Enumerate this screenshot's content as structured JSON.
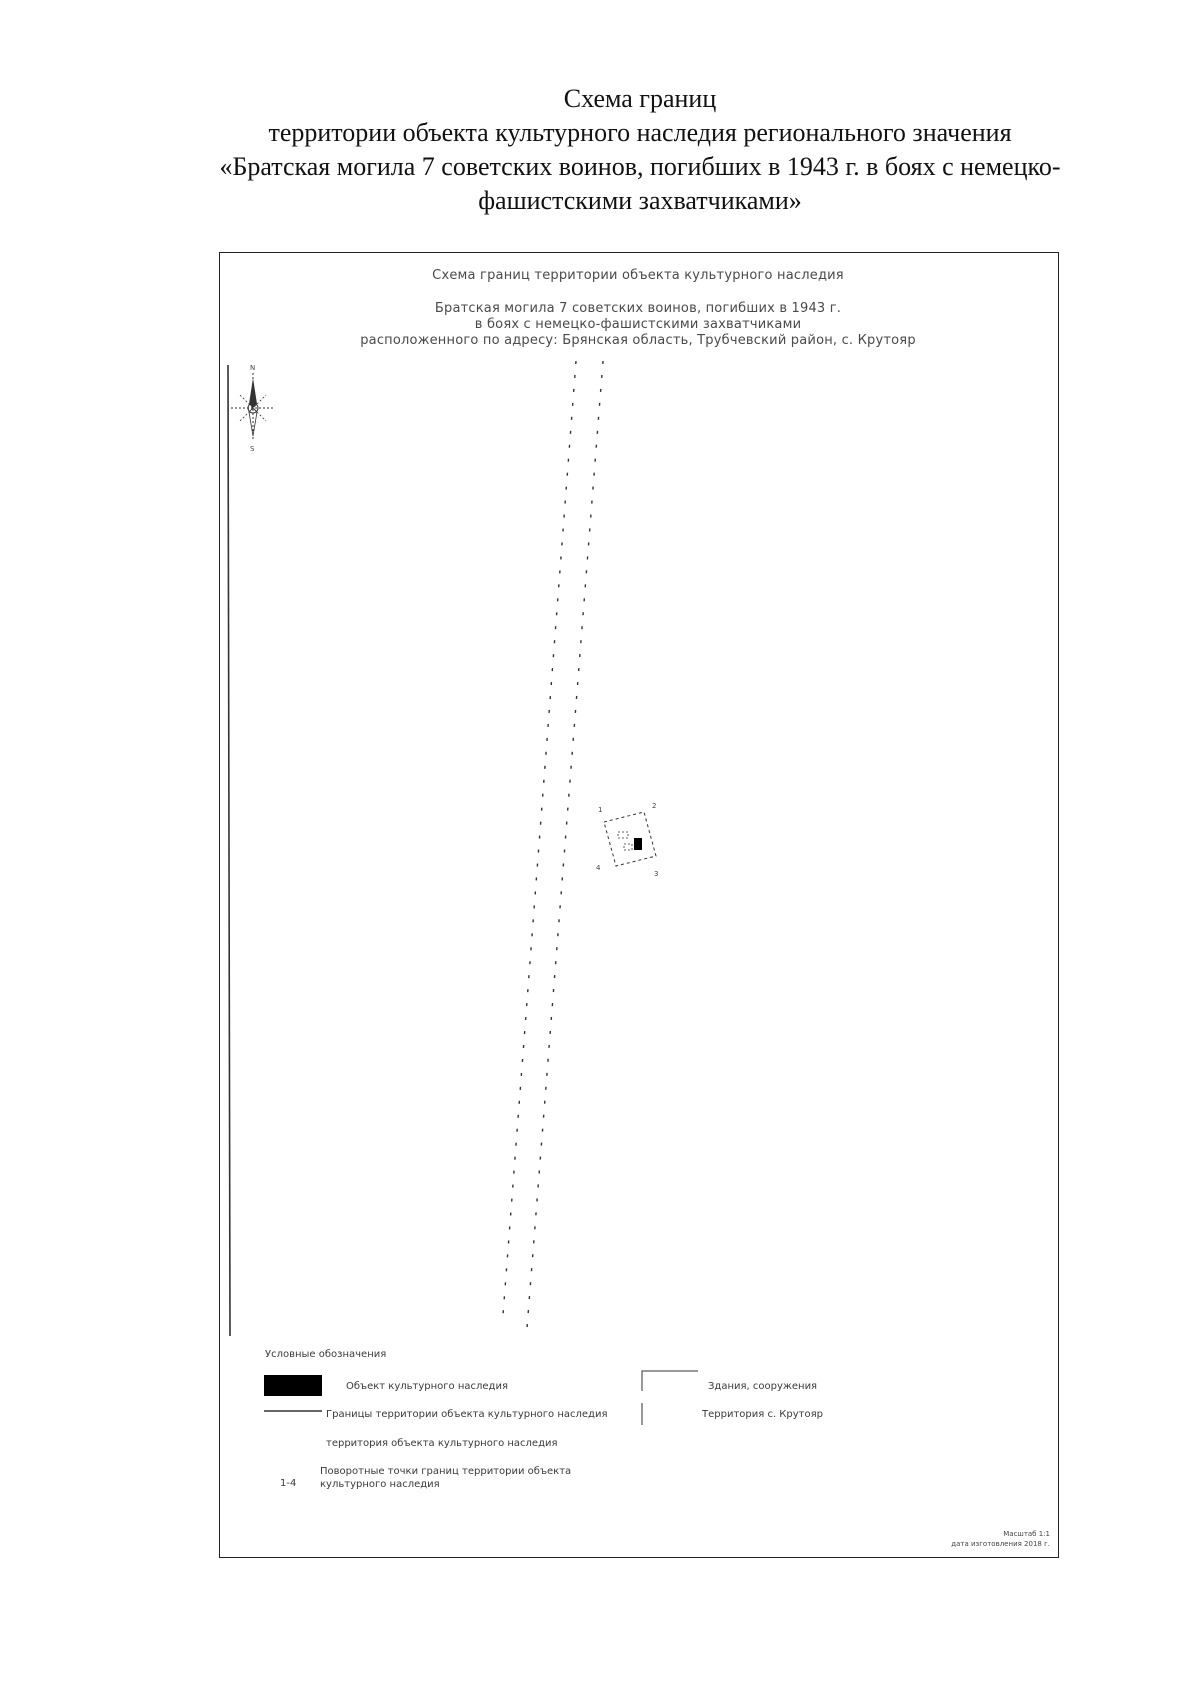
{
  "document": {
    "title_lines": [
      "Схема границ",
      "территории объекта культурного наследия регионального значения",
      "«Братская могила 7 советских воинов, погибших в 1943 г. в боях с немецко-",
      "фашистскими захватчиками»"
    ]
  },
  "map": {
    "header_lines": [
      "Схема границ территории объекта культурного наследия",
      "Братская могила 7 советских воинов, погибших в 1943 г.",
      "в боях с немецко-фашистскими захватчиками",
      "расположенного по адресу: Брянская область, Трубчевский район, с. Крутояр"
    ],
    "north_arrow_letters": {
      "north": "N",
      "south": "S"
    },
    "point_labels": [
      "1",
      "2",
      "3",
      "4"
    ],
    "legend": {
      "title": "Условные обозначения",
      "items": [
        {
          "label": "Объект культурного наследия"
        },
        {
          "label": "Границы территории объекта культурного наследия"
        },
        {
          "label": "территория объекта культурного наследия"
        },
        {
          "symbol": "1-4",
          "label": "Поворотные точки границ территории объекта культурного наследия"
        },
        {
          "label": "Здания, сооружения"
        },
        {
          "label": "Территория с. Крутояр"
        }
      ]
    },
    "corner_note": [
      "Масштаб 1:1",
      "дата изготовления 2018 г."
    ],
    "colors": {
      "line": "#333333",
      "text": "#4a4a4a",
      "object_fill": "#000000"
    }
  }
}
